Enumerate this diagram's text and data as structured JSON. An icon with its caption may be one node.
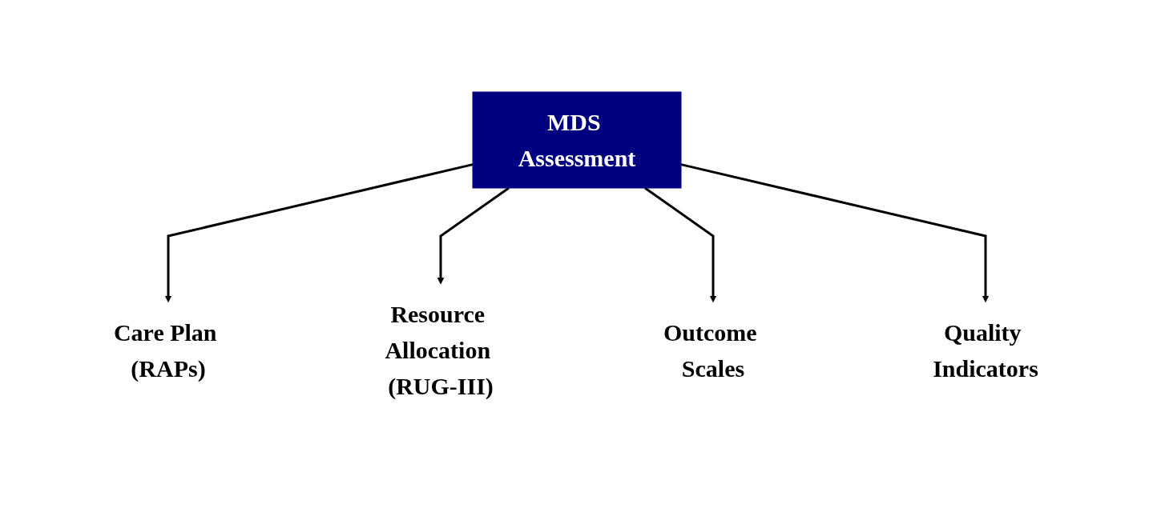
{
  "diagram": {
    "nodes": [
      {
        "text": [
          "Care Plan (RAPs)"
        ]
      },
      {
        "text": [
          "Resource Allocation (RUG-III)"
        ]
      },
      {
        "text": [
          "MDS Assessment"
        ]
      },
      {
        "text": [
          "Outcome Scales"
        ]
      },
      {
        "text": [
          "Quality Indicators"
        ]
      }
    ],
    "edges": [
      {
        "from": 2,
        "to": 0,
        "arrow": "to"
      },
      {
        "from": 2,
        "to": 1,
        "arrow": "to"
      },
      {
        "from": 2,
        "to": 3,
        "arrow": "to"
      },
      {
        "from": 2,
        "to": 4,
        "arrow": "to"
      }
    ]
  }
}
